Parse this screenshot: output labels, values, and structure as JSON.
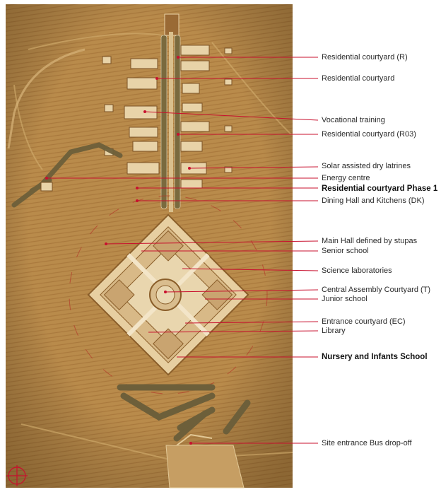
{
  "figure": {
    "labels": [
      {
        "id": "residential-r",
        "text": "Residential courtyard (R)"
      },
      {
        "id": "residential",
        "text": "Residential courtyard"
      },
      {
        "id": "vocational",
        "text": "Vocational training"
      },
      {
        "id": "residential-r03",
        "text": "Residential courtyard (R03)"
      },
      {
        "id": "solar-latrines",
        "text": "Solar assisted dry latrines"
      },
      {
        "id": "energy-centre",
        "text": "Energy centre"
      },
      {
        "id": "residential-phase1",
        "text": "Residential courtyard Phase 1"
      },
      {
        "id": "dining-hall",
        "text": "Dining Hall and Kitchens (DK)"
      },
      {
        "id": "main-hall",
        "text": "Main Hall defined by stupas"
      },
      {
        "id": "senior-school",
        "text": "Senior school"
      },
      {
        "id": "science-labs",
        "text": "Science  laboratories"
      },
      {
        "id": "central-assembly",
        "text": "Central Assembly Courtyard (T)"
      },
      {
        "id": "junior-school",
        "text": "Junior school"
      },
      {
        "id": "entrance-courtyard",
        "text": "Entrance courtyard (EC)"
      },
      {
        "id": "library",
        "text": "Library"
      },
      {
        "id": "nursery",
        "text": "Nursery and Infants School"
      },
      {
        "id": "site-entrance",
        "text": "Site entrance Bus drop-off"
      }
    ],
    "leader_color": "#c8102e",
    "ground_color": "#b88a4a"
  }
}
